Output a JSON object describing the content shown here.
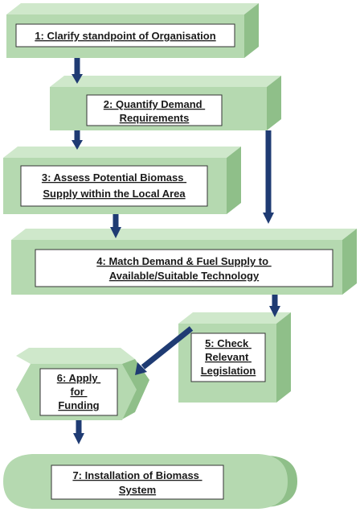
{
  "diagram": {
    "steps": [
      {
        "id": "1",
        "lines": [
          "1: Clarify standpoint of Organisation"
        ]
      },
      {
        "id": "2",
        "lines": [
          "2: Quantify Demand",
          "Requirements"
        ]
      },
      {
        "id": "3",
        "lines": [
          "3: Assess Potential Biomass",
          "Supply within the Local Area"
        ]
      },
      {
        "id": "4",
        "lines": [
          "4: Match Demand & Fuel Supply to",
          "Available/Suitable Technology"
        ]
      },
      {
        "id": "5",
        "lines": [
          "5: Check",
          "Relevant",
          "Legislation"
        ]
      },
      {
        "id": "6",
        "lines": [
          "6: Apply",
          "for",
          "Funding"
        ]
      },
      {
        "id": "7",
        "lines": [
          "7: Installation of Biomass",
          "System"
        ]
      }
    ],
    "colors": {
      "box_face": "#b5d9b0",
      "box_top": "#cfe8cb",
      "box_side": "#8fbf89",
      "label_bg": "#ffffff",
      "arrow": "#1f3b73"
    }
  }
}
